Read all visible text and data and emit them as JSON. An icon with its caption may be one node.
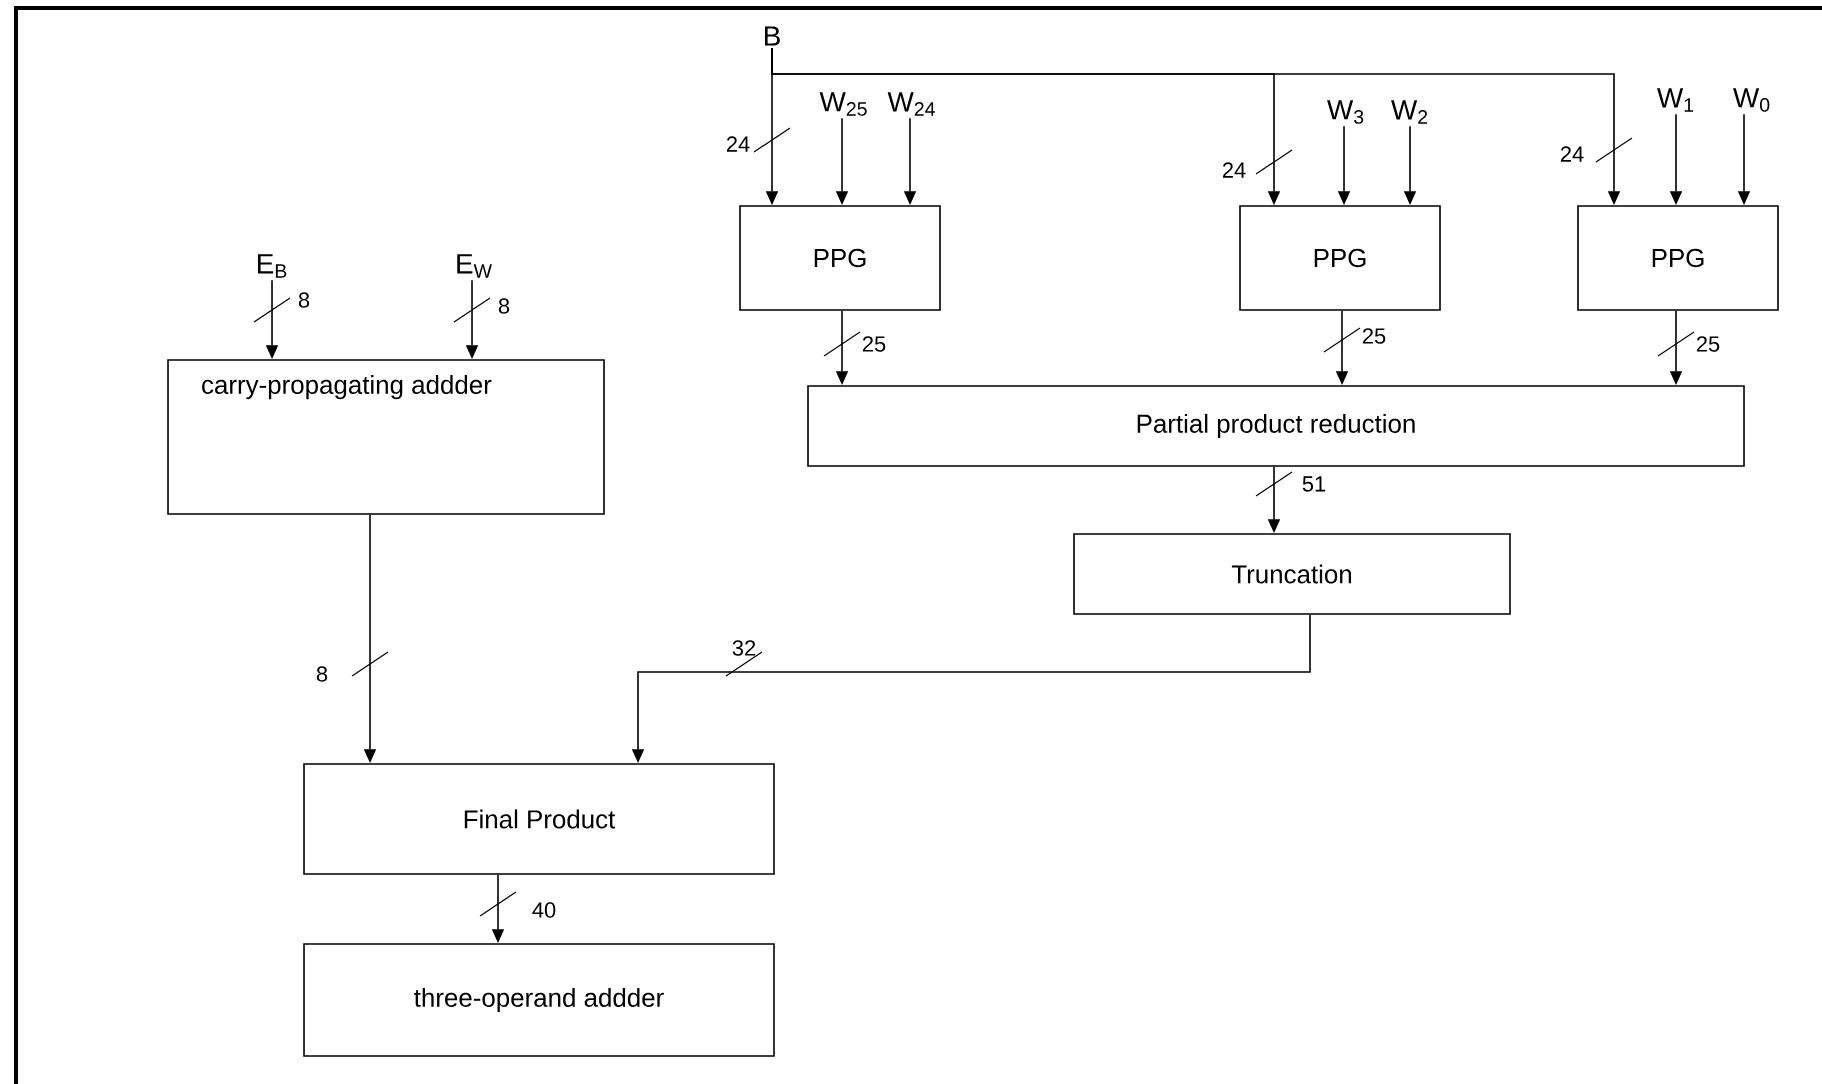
{
  "diagram": {
    "nodes": [
      {
        "text": [
          "B"
        ]
      },
      {
        "text": [
          "W$_{25}$"
        ]
      },
      {
        "text": [
          "W$_{24}$"
        ]
      },
      {
        "text": [
          "W$_{3}$"
        ]
      },
      {
        "text": [
          "W$_{2}$"
        ]
      },
      {
        "text": [
          "W$_{1}$"
        ]
      },
      {
        "text": [
          "W$_{0}$"
        ]
      },
      {
        "text": [
          "E$_{B}$"
        ]
      },
      {
        "text": [
          "E$_{W}$"
        ]
      },
      {
        "text": [
          "PPG"
        ]
      },
      {
        "text": [
          "PPG"
        ]
      },
      {
        "text": [
          "PPG"
        ]
      },
      {
        "text": [
          "carry-propagating addder"
        ]
      },
      {
        "text": [
          "Partial product reduction"
        ]
      },
      {
        "text": [
          "Truncation"
        ]
      },
      {
        "text": [
          "Final Product"
        ]
      },
      {
        "text": [
          "three-operand addder"
        ]
      }
    ],
    "edges": [
      {
        "from": 0,
        "to": 9,
        "arrow": "to",
        "label": "24"
      },
      {
        "from": 0,
        "to": 10,
        "arrow": "to",
        "label": "24"
      },
      {
        "from": 0,
        "to": 11,
        "arrow": "to",
        "label": "24"
      },
      {
        "from": 1,
        "to": 9,
        "arrow": "to"
      },
      {
        "from": 2,
        "to": 9,
        "arrow": "to"
      },
      {
        "from": 3,
        "to": 10,
        "arrow": "to"
      },
      {
        "from": 4,
        "to": 10,
        "arrow": "to"
      },
      {
        "from": 5,
        "to": 11,
        "arrow": "to"
      },
      {
        "from": 6,
        "to": 11,
        "arrow": "to"
      },
      {
        "from": 7,
        "to": 12,
        "arrow": "to",
        "label": "8"
      },
      {
        "from": 8,
        "to": 12,
        "arrow": "to",
        "label": "8"
      },
      {
        "from": 9,
        "to": 13,
        "arrow": "to",
        "label": "25"
      },
      {
        "from": 10,
        "to": 13,
        "arrow": "to",
        "label": "25"
      },
      {
        "from": 11,
        "to": 13,
        "arrow": "to",
        "label": "25"
      },
      {
        "from": 13,
        "to": 14,
        "arrow": "to",
        "label": "51"
      },
      {
        "from": 12,
        "to": 15,
        "arrow": "to",
        "label": "8"
      },
      {
        "from": 14,
        "to": 15,
        "arrow": "to",
        "label": "32"
      },
      {
        "from": 15,
        "to": 16,
        "arrow": "to",
        "label": "40"
      }
    ]
  }
}
